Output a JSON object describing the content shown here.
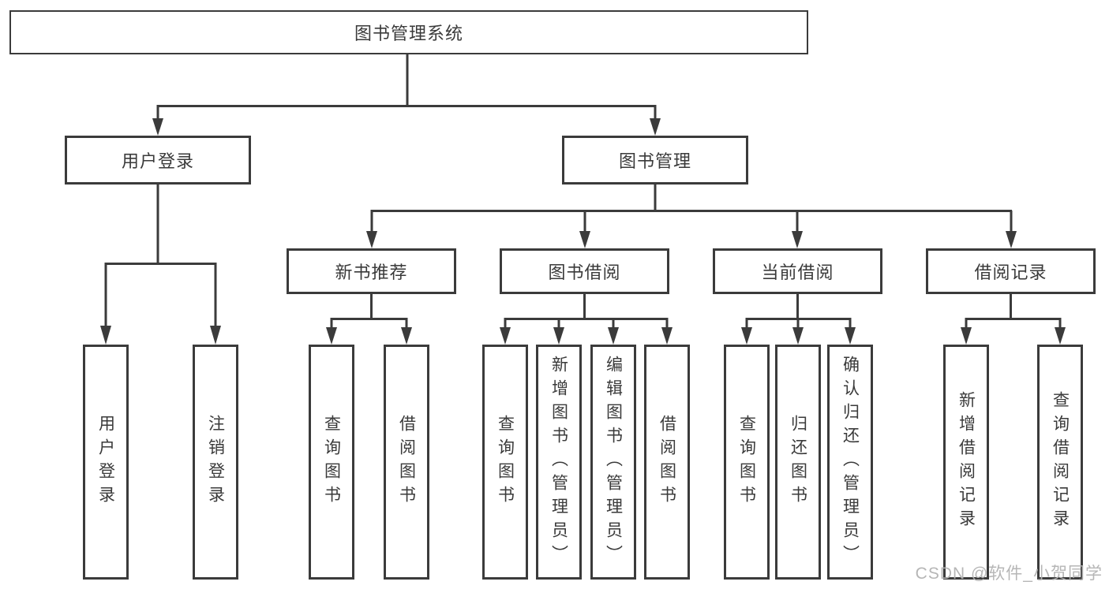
{
  "tree": {
    "label": "图书管理系统",
    "children": [
      {
        "label": "用户登录",
        "children": [
          {
            "label": "用户登录"
          },
          {
            "label": "注销登录"
          }
        ]
      },
      {
        "label": "图书管理",
        "children": [
          {
            "label": "新书推荐",
            "children": [
              {
                "label": "查询图书"
              },
              {
                "label": "借阅图书"
              }
            ]
          },
          {
            "label": "图书借阅",
            "children": [
              {
                "label": "查询图书"
              },
              {
                "label": "新增图书（管理员）"
              },
              {
                "label": "编辑图书（管理员）"
              },
              {
                "label": "借阅图书"
              }
            ]
          },
          {
            "label": "当前借阅",
            "children": [
              {
                "label": "查询图书"
              },
              {
                "label": "归还图书"
              },
              {
                "label": "确认归还（管理员）"
              }
            ]
          },
          {
            "label": "借阅记录",
            "children": [
              {
                "label": "新增借阅记录"
              },
              {
                "label": "查询借阅记录"
              }
            ]
          }
        ]
      }
    ]
  },
  "colors": {
    "line": "#3b3b3b",
    "text": "#3a3a3a",
    "background": "#ffffff",
    "watermark": "#b2b2b2"
  },
  "watermark": {
    "text": "CSDN @软件_小贺同学"
  }
}
